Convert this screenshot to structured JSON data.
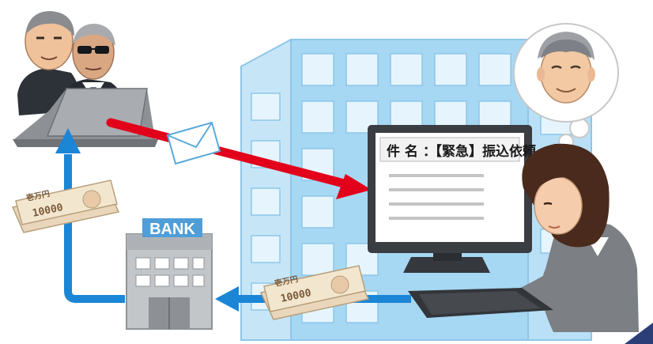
{
  "subject": {
    "field_label": "件 名 ：",
    "value": "【緊急】振込依頼"
  },
  "bank": {
    "sign": "BANK"
  },
  "banknotes": {
    "denomination_text": "壱万円",
    "amount": "10000"
  },
  "icons": {
    "scammers": "scammer-figures-icon",
    "laptop": "laptop-icon",
    "envelope": "envelope-icon",
    "building": "office-building-icon",
    "boss": "boss-thought-bubble-icon",
    "monitor": "monitor-icon",
    "worker": "office-worker-icon",
    "keyboard": "keyboard-icon",
    "bank": "bank-building-icon",
    "cash": "banknote-bundle-icon"
  },
  "colors": {
    "fraud_arrow": "#e2001a",
    "money_arrow": "#1b86d6",
    "building": "#9fd4f2",
    "bank_sign": "#4f9ed8"
  }
}
